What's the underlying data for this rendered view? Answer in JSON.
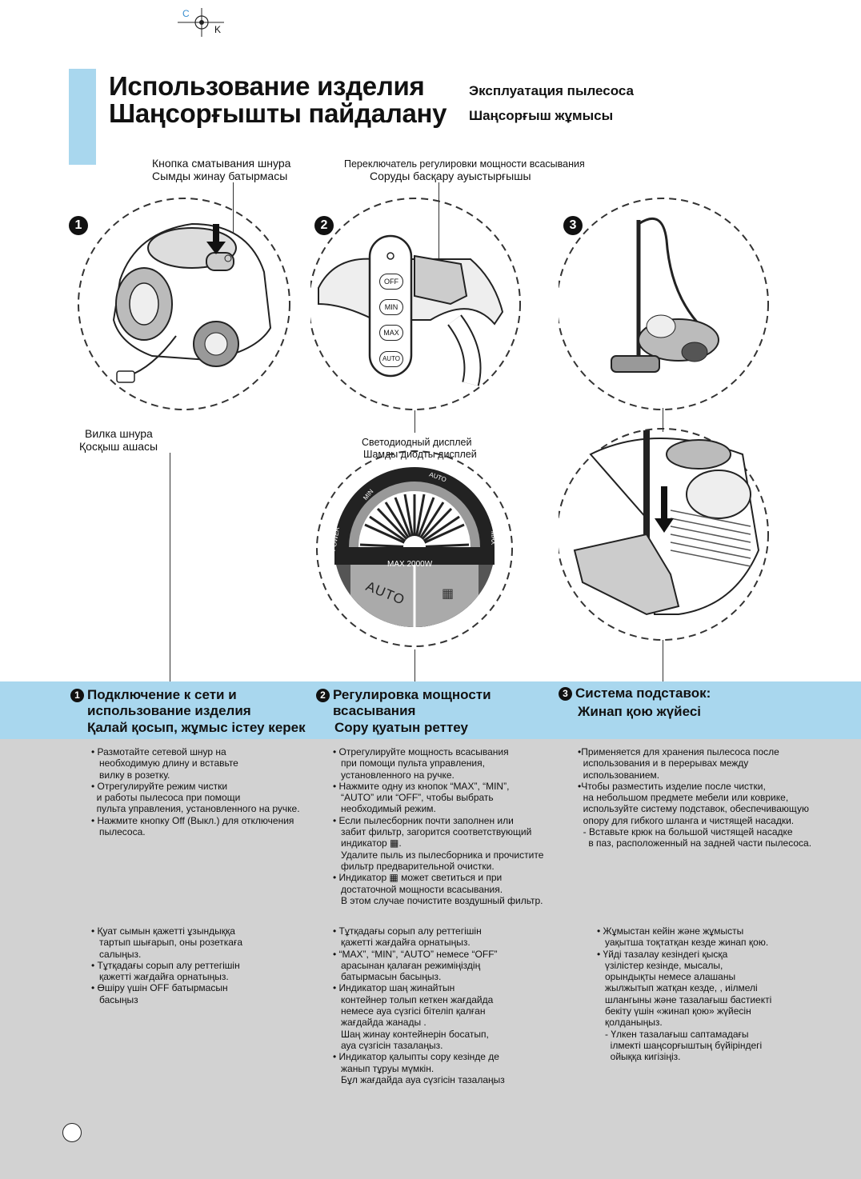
{
  "header": {
    "title_ru": "Использование изделия",
    "title_kz": "Шаңсорғышты пайдалану",
    "subtitle_ru": "Эксплуатация пылесоса",
    "subtitle_kz": "Шаңсорғыш жұмысы"
  },
  "corner_marks": {
    "c": "C",
    "k": "K"
  },
  "labels": {
    "cord_button_ru": "Кнопка сматывания шнура",
    "cord_button_kz": "Сымды жинау батырмасы",
    "switch_ru": "Переключатель регулировки мощности всасывания",
    "switch_kz": "Соруды басқару ауыстырғышы",
    "plug_ru": "Вилка шнура",
    "plug_kz": "Қосқыш ашасы",
    "led_ru": "Светодиодный дисплей",
    "led_kz": "Шамды диодты дисплей"
  },
  "figures": {
    "n1": "1",
    "n2": "2",
    "n3": "3"
  },
  "remote": {
    "off": "OFF",
    "min": "MIN",
    "max": "MAX",
    "auto": "AUTO"
  },
  "dial": {
    "power": "POWER",
    "min": "MIN",
    "auto": "AUTO",
    "max": "MAX",
    "max2000": "MAX 2000W",
    "auto_big": "AUTO"
  },
  "sections": [
    {
      "num": "1",
      "title_ru": "Подключение к сети и\nиспользование изделия",
      "title_kz": "Қалай қосып, жұмыс істеу керек"
    },
    {
      "num": "2",
      "title_ru": "Регулировка мощности\nвсасывания",
      "title_kz": "Сору қуатын реттеу"
    },
    {
      "num": "3",
      "title_ru": "Система подставок:",
      "title_kz": "Жинап қою жүйесі"
    }
  ],
  "text_ru": {
    "col1": "• Размотайте сетевой шнур на\n   необходимую длину и вставьте\n   вилку в розетку.\n• Отрегулируйте режим чистки\n  и работы пылесоса при помощи\n  пульта управления, установленного на ручке.\n• Нажмите кнопку Off (Выкл.) для отключения\n   пылесоса.",
    "col2": "• Отрегулируйте мощность всасывания\n   при помощи пульта управления,\n   установленного на ручке.\n• Нажмите одну из кнопок “MAX”, “MIN”,\n   “AUTO” или “OFF”, чтобы выбрать\n   необходимый режим.\n• Если пылесборник почти заполнен или\n   забит фильтр, загорится соответствующий\n   индикатор ▦.\n   Удалите пыль из пылесборника и прочистите\n   фильтр предварительной очистки.\n• Индикатор ▦ может светиться и при\n   достаточной мощности всасывания.\n   В этом случае почистите воздушный фильтр.",
    "col3": "•Применяется для хранения пылесоса после\n  использования и в перерывах между\n  использованием.\n•Чтобы разместить изделие после чистки,\n  на небольшом предмете мебели или коврике,\n  используйте систему подставок, обеспечивающую\n  опору для гибкого шланга и чистящей насадки.\n  - Вставьте крюк на большой чистящей насадке\n    в паз, расположенный на задней части пылесоса."
  },
  "text_kz": {
    "col1": "• Қуат сымын қажетті ұзындыққа\n   тартып шығарып, оны розеткаға\n   салыңыз.\n• Тұтқадағы сорып алу реттегішін\n   қажетті жағдайға орнатыңыз.\n• Өшіру үшін OFF батырмасын\n   басыңыз",
    "col2": "• Тұтқадағы сорып алу реттегішін\n   қажетті жағдайға орнатыңыз.\n• “MAX”, “MIN”, “AUTO” немесе “OFF”\n   арасынан қалаған режиміңіздің\n   батырмасын басыңыз.\n• Индикатор шаң жинайтын\n   контейнер толып кеткен жағдайда\n   немесе ауа сүзгісі бітеліп қалған\n   жағдайда жанады .\n   Шаң жинау контейнерін босатып,\n   ауа сүзгісін тазалаңыз.\n• Индикатор қалыпты сору кезінде де\n   жанып тұруы мүмкін.\n   Бұл жағдайда ауа сүзгісін тазалаңыз",
    "col3": "• Жұмыстан кейін және жұмысты\n   уақытша тоқтатқан кезде жинап қою.\n• Үйді тазалау кезіндегі қысқа\n   үзілістер кезінде, мысалы,\n   орындықты немесе алашаны\n   жылжытып жатқан кезде, , иілмелі\n   шлангыны және тазалағыш бастиекті\n   бекіту үшін «жинап қою» жүйесін\n   қолданыңыз.\n   - Үлкен тазалағыш саптамадағы\n     ілмекті шаңсорғыштың бүйіріндегі\n     ойыққа кигізіңіз."
  }
}
